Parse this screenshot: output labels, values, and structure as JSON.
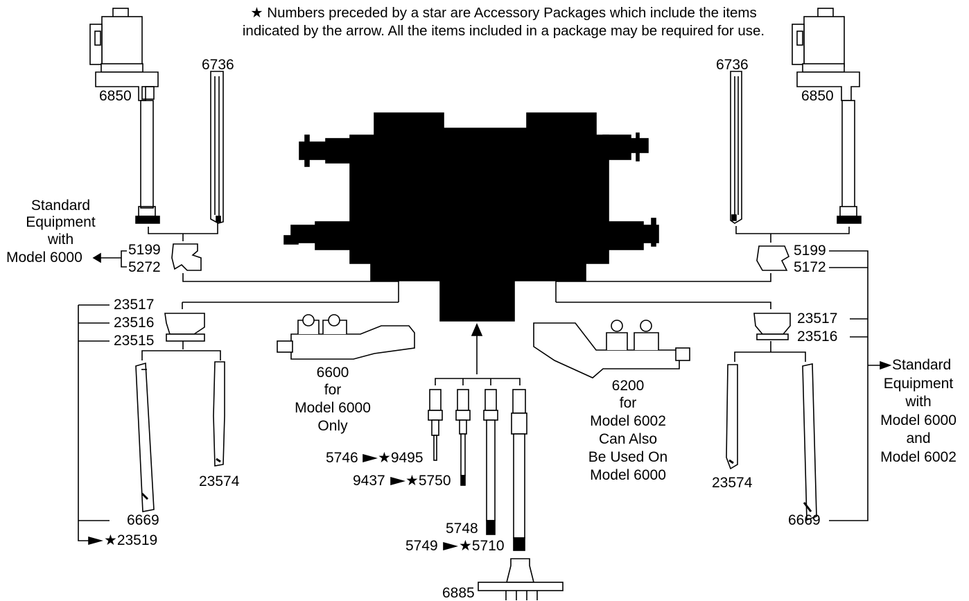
{
  "note": {
    "line1": "★ Numbers preceded by a star are Accessory Packages which include the items",
    "line2": "indicated by the arrow. All the items included in a package may be required for use."
  },
  "left": {
    "motor": "6850",
    "blade": "6736",
    "standard_equipment": [
      "Standard",
      "Equipment",
      "with",
      "Model 6000"
    ],
    "clamp_a": "5199",
    "clamp_b": "5272",
    "adapter_a": "23517",
    "adapter_b": "23516",
    "adapter_c": "23515",
    "blade_short": "23574",
    "blade_long": "6669",
    "package": "★23519"
  },
  "right": {
    "motor": "6850",
    "blade": "6736",
    "clamp_a": "5199",
    "clamp_b": "5172",
    "adapter_a": "23517",
    "adapter_b": "23516",
    "blade_short": "23574",
    "blade_long": "6669",
    "standard_equipment": [
      "Standard",
      "Equipment",
      "with",
      "Model 6000",
      "and",
      "Model 6002"
    ]
  },
  "table_left": {
    "part": "6600",
    "desc": [
      "for",
      "Model 6000",
      "Only"
    ]
  },
  "table_right": {
    "part": "6200",
    "desc": [
      "for",
      "Model 6002",
      "Can Also",
      "Be Used On",
      "Model 6000"
    ]
  },
  "center": {
    "bit1": "5746",
    "bit1_pkg": "★9495",
    "bit2": "9437",
    "bit2_pkg": "★5750",
    "bit3": "5748",
    "bit4": "5749",
    "bit4_pkg": "★5710",
    "base": "6885"
  },
  "colors": {
    "ink": "#000000",
    "paper": "#ffffff"
  }
}
